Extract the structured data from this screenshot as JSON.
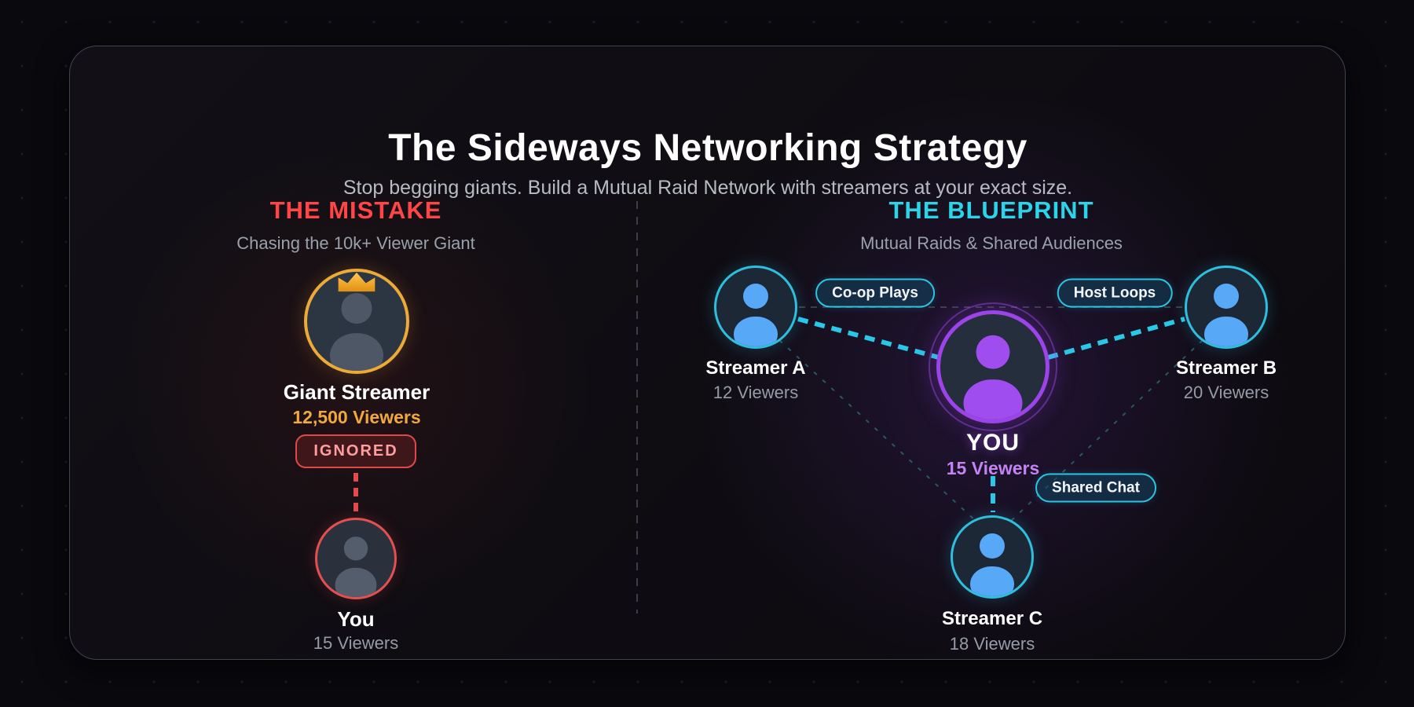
{
  "header": {
    "title": "The Sideways Networking Strategy",
    "subtitle": "Stop begging giants. Build a Mutual Raid Network with streamers at your exact size."
  },
  "mistake": {
    "heading": "THE MISTAKE",
    "subheading": "Chasing the 10k+ Viewer Giant",
    "giant": {
      "name": "Giant Streamer",
      "viewers": "12,500 Viewers",
      "status": "IGNORED"
    },
    "you": {
      "name": "You",
      "viewers": "15 Viewers"
    }
  },
  "blueprint": {
    "heading": "THE BLUEPRINT",
    "subheading": "Mutual Raids & Shared Audiences",
    "you": {
      "name": "YOU",
      "viewers": "15 Viewers"
    },
    "streamers": [
      {
        "name": "Streamer A",
        "viewers": "12 Viewers"
      },
      {
        "name": "Streamer B",
        "viewers": "20 Viewers"
      },
      {
        "name": "Streamer C",
        "viewers": "18 Viewers"
      }
    ],
    "links": [
      {
        "label": "Co-op Plays"
      },
      {
        "label": "Host Loops"
      },
      {
        "label": "Shared Chat"
      }
    ]
  },
  "colors": {
    "mistake_red": "#ff4545",
    "gold": "#ecaa38",
    "blueprint_cyan": "#2bd4e8",
    "hub_purple": "#9c44e8",
    "streamer_blue": "#58a8f8"
  }
}
